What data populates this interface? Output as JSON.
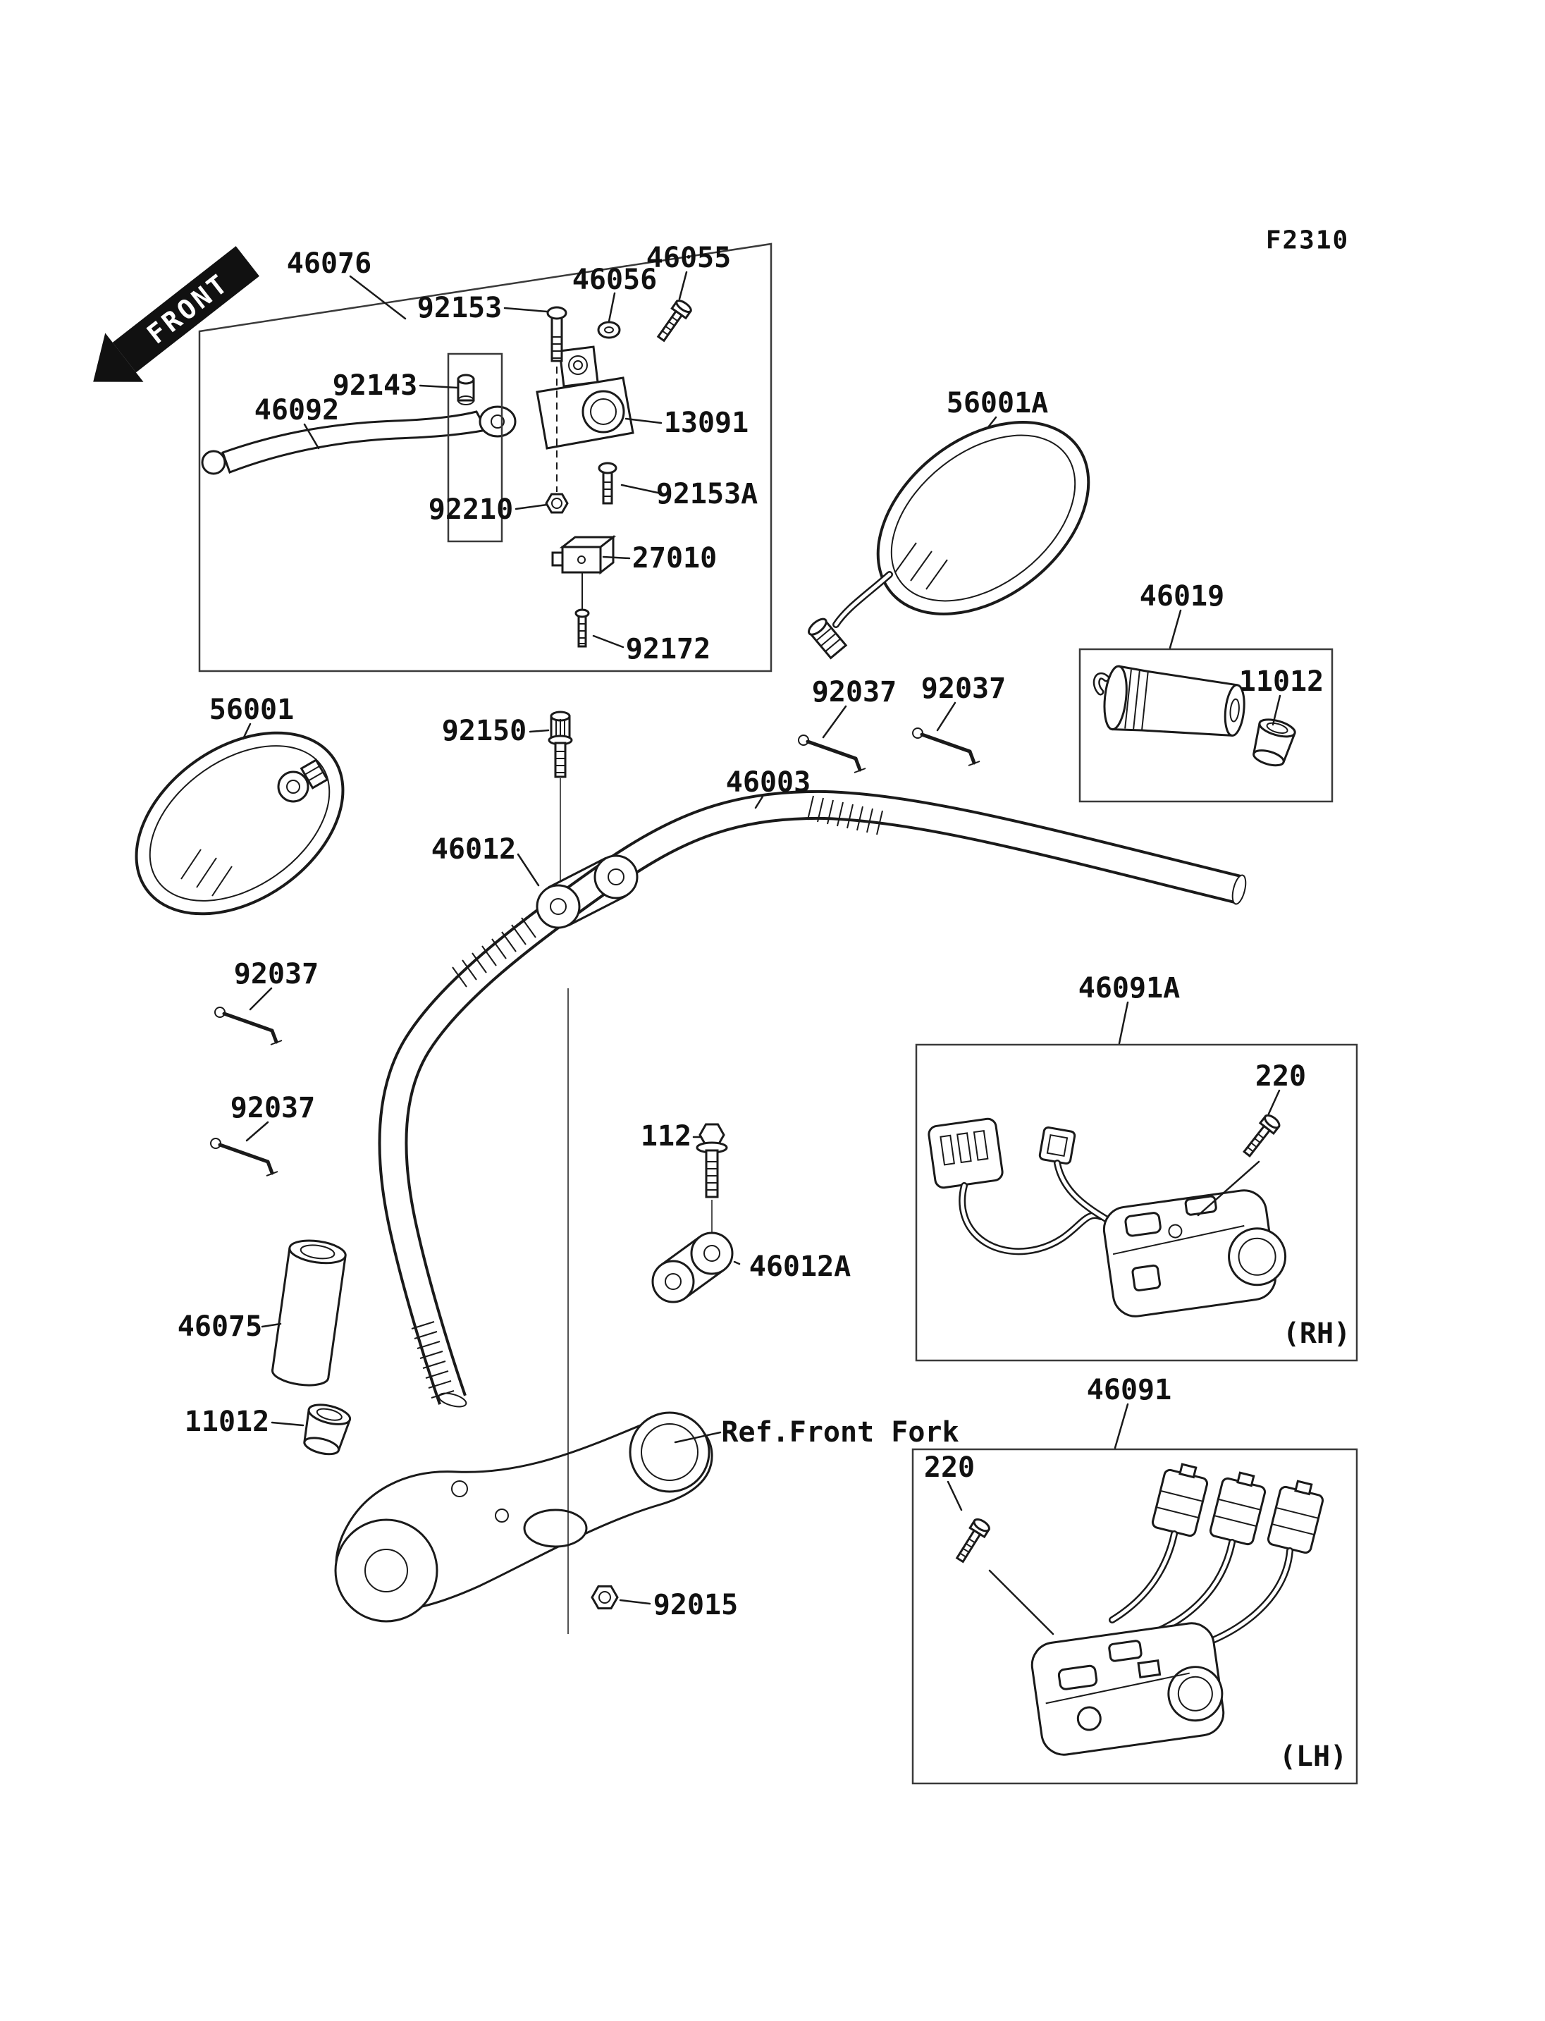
{
  "figure": {
    "code": "F2310",
    "front_arrow_label": "FRONT"
  },
  "callouts": [
    "46076",
    "92153",
    "46056",
    "46055",
    "92143",
    "46092",
    "13091",
    "56001A",
    "92210",
    "92153A",
    "27010",
    "92172",
    "46019",
    "11012",
    "56001",
    "92150",
    "92037",
    "92037",
    "46003",
    "46012",
    "46091A",
    "220",
    "92037",
    "92037",
    "112",
    "46012A",
    "46075",
    "11012",
    "46091",
    "220",
    "92015"
  ],
  "annotations": {
    "ref_front_fork": "Ref.Front Fork",
    "right_switch_side": "(RH)",
    "left_switch_side": "(LH)"
  },
  "colors": {
    "ink": "#1a1a1a",
    "background": "#ffffff",
    "front_arrow_fill": "#111111"
  }
}
